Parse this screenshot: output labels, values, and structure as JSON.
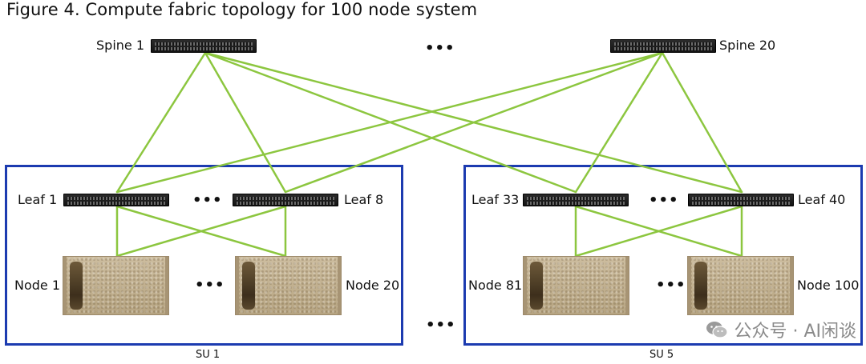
{
  "title": "Figure 4. Compute fabric topology for 100 node system",
  "spines": [
    {
      "label": "Spine 1"
    },
    {
      "label": "Spine 20"
    }
  ],
  "spine_ellipsis": "•••",
  "scalable_units": [
    {
      "label": "SU 1",
      "leaves": [
        {
          "label": "Leaf 1"
        },
        {
          "label": "Leaf 8"
        }
      ],
      "nodes": [
        {
          "label": "Node 1"
        },
        {
          "label": "Node 20"
        }
      ],
      "leaf_ellipsis": "•••",
      "node_ellipsis": "•••"
    },
    {
      "label": "SU 5",
      "leaves": [
        {
          "label": "Leaf 33"
        },
        {
          "label": "Leaf 40"
        }
      ],
      "nodes": [
        {
          "label": "Node 81"
        },
        {
          "label": "Node 100"
        }
      ],
      "leaf_ellipsis": "•••",
      "node_ellipsis": "•••"
    }
  ],
  "su_ellipsis": "•••",
  "link_color": "#8cc63f",
  "su_border_color": "#1c3bb0",
  "watermark": {
    "icon": "wechat-icon",
    "text": "公众号 · AI闲谈"
  }
}
